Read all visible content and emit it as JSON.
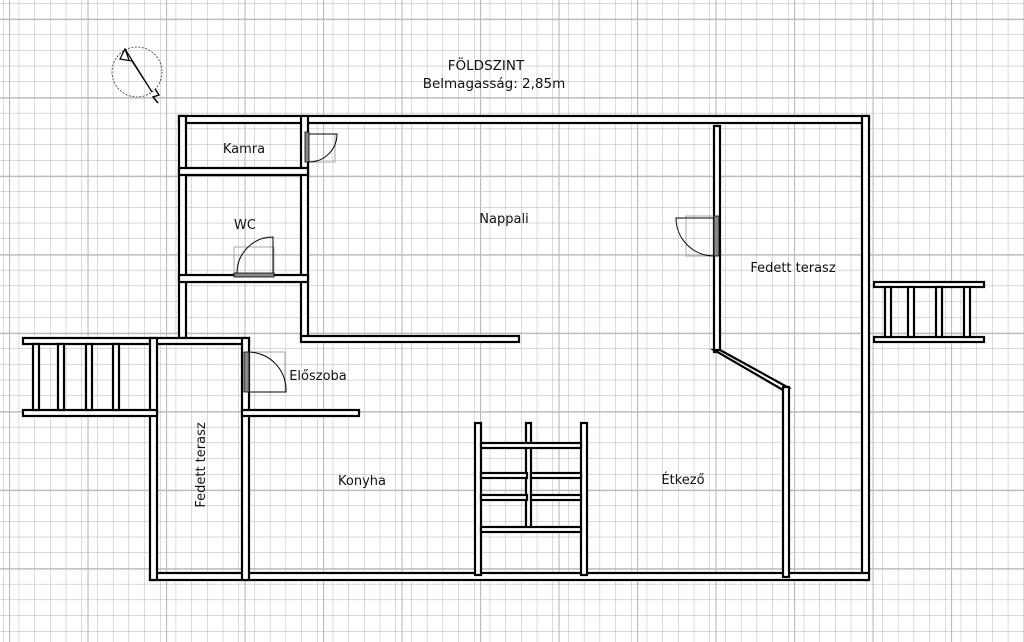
{
  "header": {
    "title": "FÖLDSZINT",
    "subtitle": "Belmagasság: 2,85m"
  },
  "compass": {
    "icon": "north-arrow-icon",
    "label": "N"
  },
  "rooms": [
    {
      "id": "kamra",
      "label": "Kamra"
    },
    {
      "id": "wc",
      "label": "WC"
    },
    {
      "id": "nappali",
      "label": "Nappali"
    },
    {
      "id": "fedett-terasz-east",
      "label": "Fedett terasz"
    },
    {
      "id": "eloszoba",
      "label": "Előszoba"
    },
    {
      "id": "fedett-terasz-west",
      "label": "Fedett terasz"
    },
    {
      "id": "konyha",
      "label": "Konyha"
    },
    {
      "id": "etkezo",
      "label": "Étkező"
    }
  ],
  "colors": {
    "background": "#ffffff",
    "grid_minor": "#8a8a8a",
    "grid_major": "#bdbdbd",
    "wall": "#000000"
  }
}
